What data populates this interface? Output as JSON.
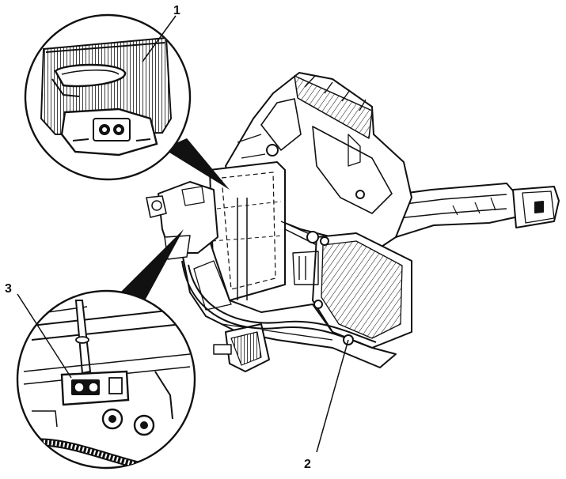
{
  "callouts": [
    {
      "id": "1",
      "label": "1"
    },
    {
      "id": "2",
      "label": "2"
    },
    {
      "id": "3",
      "label": "3"
    }
  ],
  "colors": {
    "ink": "#111111",
    "paper": "#ffffff",
    "shade": "#555555"
  }
}
